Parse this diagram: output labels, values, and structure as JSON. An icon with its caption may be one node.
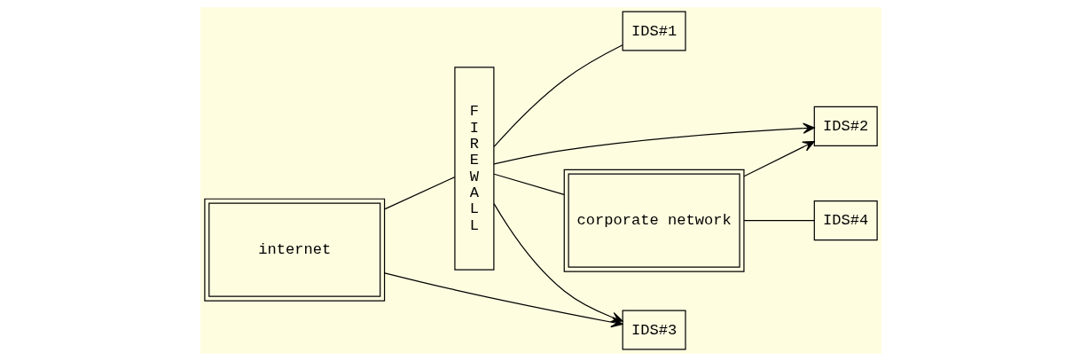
{
  "diagram": {
    "nodes": [
      {
        "text": [
          "internet"
        ]
      },
      {
        "text": [
          "FIREWALL"
        ]
      },
      {
        "text": [
          "IDS#1"
        ]
      },
      {
        "text": [
          "corporate network"
        ]
      },
      {
        "text": [
          "IDS#3"
        ]
      },
      {
        "text": [
          "IDS#2"
        ]
      },
      {
        "text": [
          "IDS#4"
        ]
      }
    ],
    "edges": [
      {
        "from": 0,
        "to": 1,
        "arrow": "none"
      },
      {
        "from": 0,
        "to": 4,
        "arrow": "to"
      },
      {
        "from": 1,
        "to": 4,
        "arrow": "to"
      },
      {
        "from": 1,
        "to": 2,
        "arrow": "none"
      },
      {
        "from": 1,
        "to": 3,
        "arrow": "none"
      },
      {
        "from": 1,
        "to": 5,
        "arrow": "to"
      },
      {
        "from": 3,
        "to": 5,
        "arrow": "to"
      },
      {
        "from": 3,
        "to": 6,
        "arrow": "none"
      }
    ]
  }
}
